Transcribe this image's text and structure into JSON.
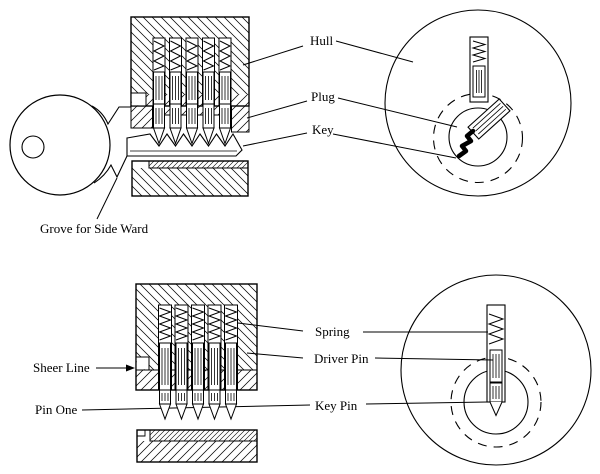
{
  "figure": {
    "type": "technical-diagram",
    "subject": "Pin tumbler lock cross sections and end views",
    "background_color": "#ffffff",
    "line_color": "#000000",
    "key_bitting_color": "#000000",
    "top_diagram": {
      "labels": {
        "hull": "Hull",
        "plug": "Plug",
        "key": "Key",
        "groove_for_side_ward": "Grove for Side Ward"
      }
    },
    "bottom_diagram": {
      "labels": {
        "sheer_line": "Sheer Line",
        "pin_one": "Pin One",
        "spring": "Spring",
        "driver_pin": "Driver Pin",
        "key_pin": "Key Pin"
      }
    }
  }
}
